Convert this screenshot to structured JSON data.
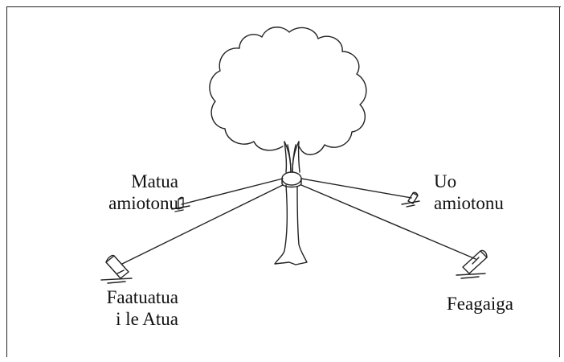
{
  "labels": {
    "matua": {
      "line1": "Matua",
      "line2": "amiotonu"
    },
    "uo": {
      "line1": "Uo",
      "line2": "amiotonu"
    },
    "faatuatua": {
      "line1": "Faatuatua",
      "line2": "i le Atua"
    },
    "feagaiga": {
      "line1": "Feagaiga"
    }
  },
  "colors": {
    "stroke": "#222222",
    "background": "#ffffff"
  }
}
